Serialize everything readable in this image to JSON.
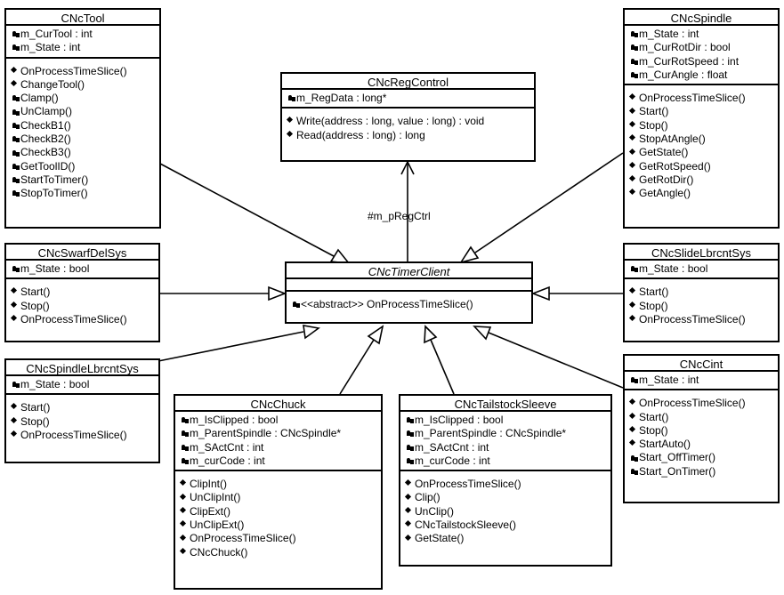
{
  "classes": {
    "nctool": {
      "name": "CNcTool",
      "attributes": [
        "m_CurTool : int",
        "m_State : int"
      ],
      "operations": [
        "OnProcessTimeSlice()",
        "ChangeTool()",
        "Clamp()",
        "UnClamp()",
        "CheckB1()",
        "CheckB2()",
        "CheckB3()",
        "GetToolID()",
        "StartToTimer()",
        "StopToTimer()"
      ],
      "operation_icons": [
        "public-icon",
        "public-icon",
        "protected-icon",
        "protected-icon",
        "protected-icon",
        "protected-icon",
        "protected-icon",
        "protected-icon",
        "protected-icon",
        "protected-icon"
      ]
    },
    "ncregcontrol": {
      "name": "CNcRegControl",
      "attributes": [
        "m_RegData : long*"
      ],
      "operations": [
        "Write(address : long, value : long) : void",
        "Read(address : long) : long"
      ],
      "operation_icons": [
        "public-icon",
        "public-icon"
      ]
    },
    "ncspindle": {
      "name": "CNcSpindle",
      "attributes": [
        "m_State : int",
        "m_CurRotDir : bool",
        "m_CurRotSpeed : int",
        "m_CurAngle : float"
      ],
      "operations": [
        "OnProcessTimeSlice()",
        "Start()",
        "Stop()",
        "StopAtAngle()",
        "GetState()",
        "GetRotSpeed()",
        "GetRotDir()",
        "GetAngle()"
      ],
      "operation_icons": [
        "public-icon",
        "public-icon",
        "public-icon",
        "public-icon",
        "public-icon",
        "public-icon",
        "public-icon",
        "public-icon"
      ]
    },
    "ncswarfdelsys": {
      "name": "CNcSwarfDelSys",
      "attributes": [
        "m_State : bool"
      ],
      "operations": [
        "Start()",
        "Stop()",
        "OnProcessTimeSlice()"
      ],
      "operation_icons": [
        "public-icon",
        "public-icon",
        "public-icon"
      ]
    },
    "nctimerclient": {
      "name": "CNcTimerClient",
      "abstract": true,
      "operations": [
        "<<abstract>> OnProcessTimeSlice()"
      ],
      "operation_icons": [
        "protected-icon"
      ]
    },
    "ncslidelbrcntsys": {
      "name": "CNcSlideLbrcntSys",
      "attributes": [
        "m_State : bool"
      ],
      "operations": [
        "Start()",
        "Stop()",
        "OnProcessTimeSlice()"
      ],
      "operation_icons": [
        "public-icon",
        "public-icon",
        "public-icon"
      ]
    },
    "ncspindlelbrcntsys": {
      "name": "CNcSpindleLbrcntSys",
      "attributes": [
        "m_State : bool"
      ],
      "operations": [
        "Start()",
        "Stop()",
        "OnProcessTimeSlice()"
      ],
      "operation_icons": [
        "public-icon",
        "public-icon",
        "public-icon"
      ]
    },
    "ncchuck": {
      "name": "CNcChuck",
      "attributes": [
        "m_IsClipped : bool",
        "m_ParentSpindle : CNcSpindle*",
        "m_SActCnt : int",
        "m_curCode : int"
      ],
      "operations": [
        "ClipInt()",
        "UnClipInt()",
        "ClipExt()",
        "UnClipExt()",
        "OnProcessTimeSlice()",
        "CNcChuck()"
      ],
      "operation_icons": [
        "public-icon",
        "public-icon",
        "public-icon",
        "public-icon",
        "public-icon",
        "public-icon"
      ]
    },
    "nctailstocksleeve": {
      "name": "CNcTailstockSleeve",
      "attributes": [
        "m_IsClipped : bool",
        "m_ParentSpindle : CNcSpindle*",
        "m_SActCnt : int",
        "m_curCode : int"
      ],
      "operations": [
        "OnProcessTimeSlice()",
        "Clip()",
        "UnClip()",
        "CNcTailstockSleeve()",
        "GetState()"
      ],
      "operation_icons": [
        "public-icon",
        "public-icon",
        "public-icon",
        "public-icon",
        "public-icon"
      ]
    },
    "nccint": {
      "name": "CNcCint",
      "attributes": [
        "m_State : int"
      ],
      "operations": [
        "OnProcessTimeSlice()",
        "Start()",
        "Stop()",
        "StartAuto()",
        "Start_OffTimer()",
        "Start_OnTimer()"
      ],
      "operation_icons": [
        "public-icon",
        "public-icon",
        "public-icon",
        "public-icon",
        "protected-icon",
        "protected-icon"
      ]
    }
  },
  "association_label": "#m_pRegCtrl"
}
